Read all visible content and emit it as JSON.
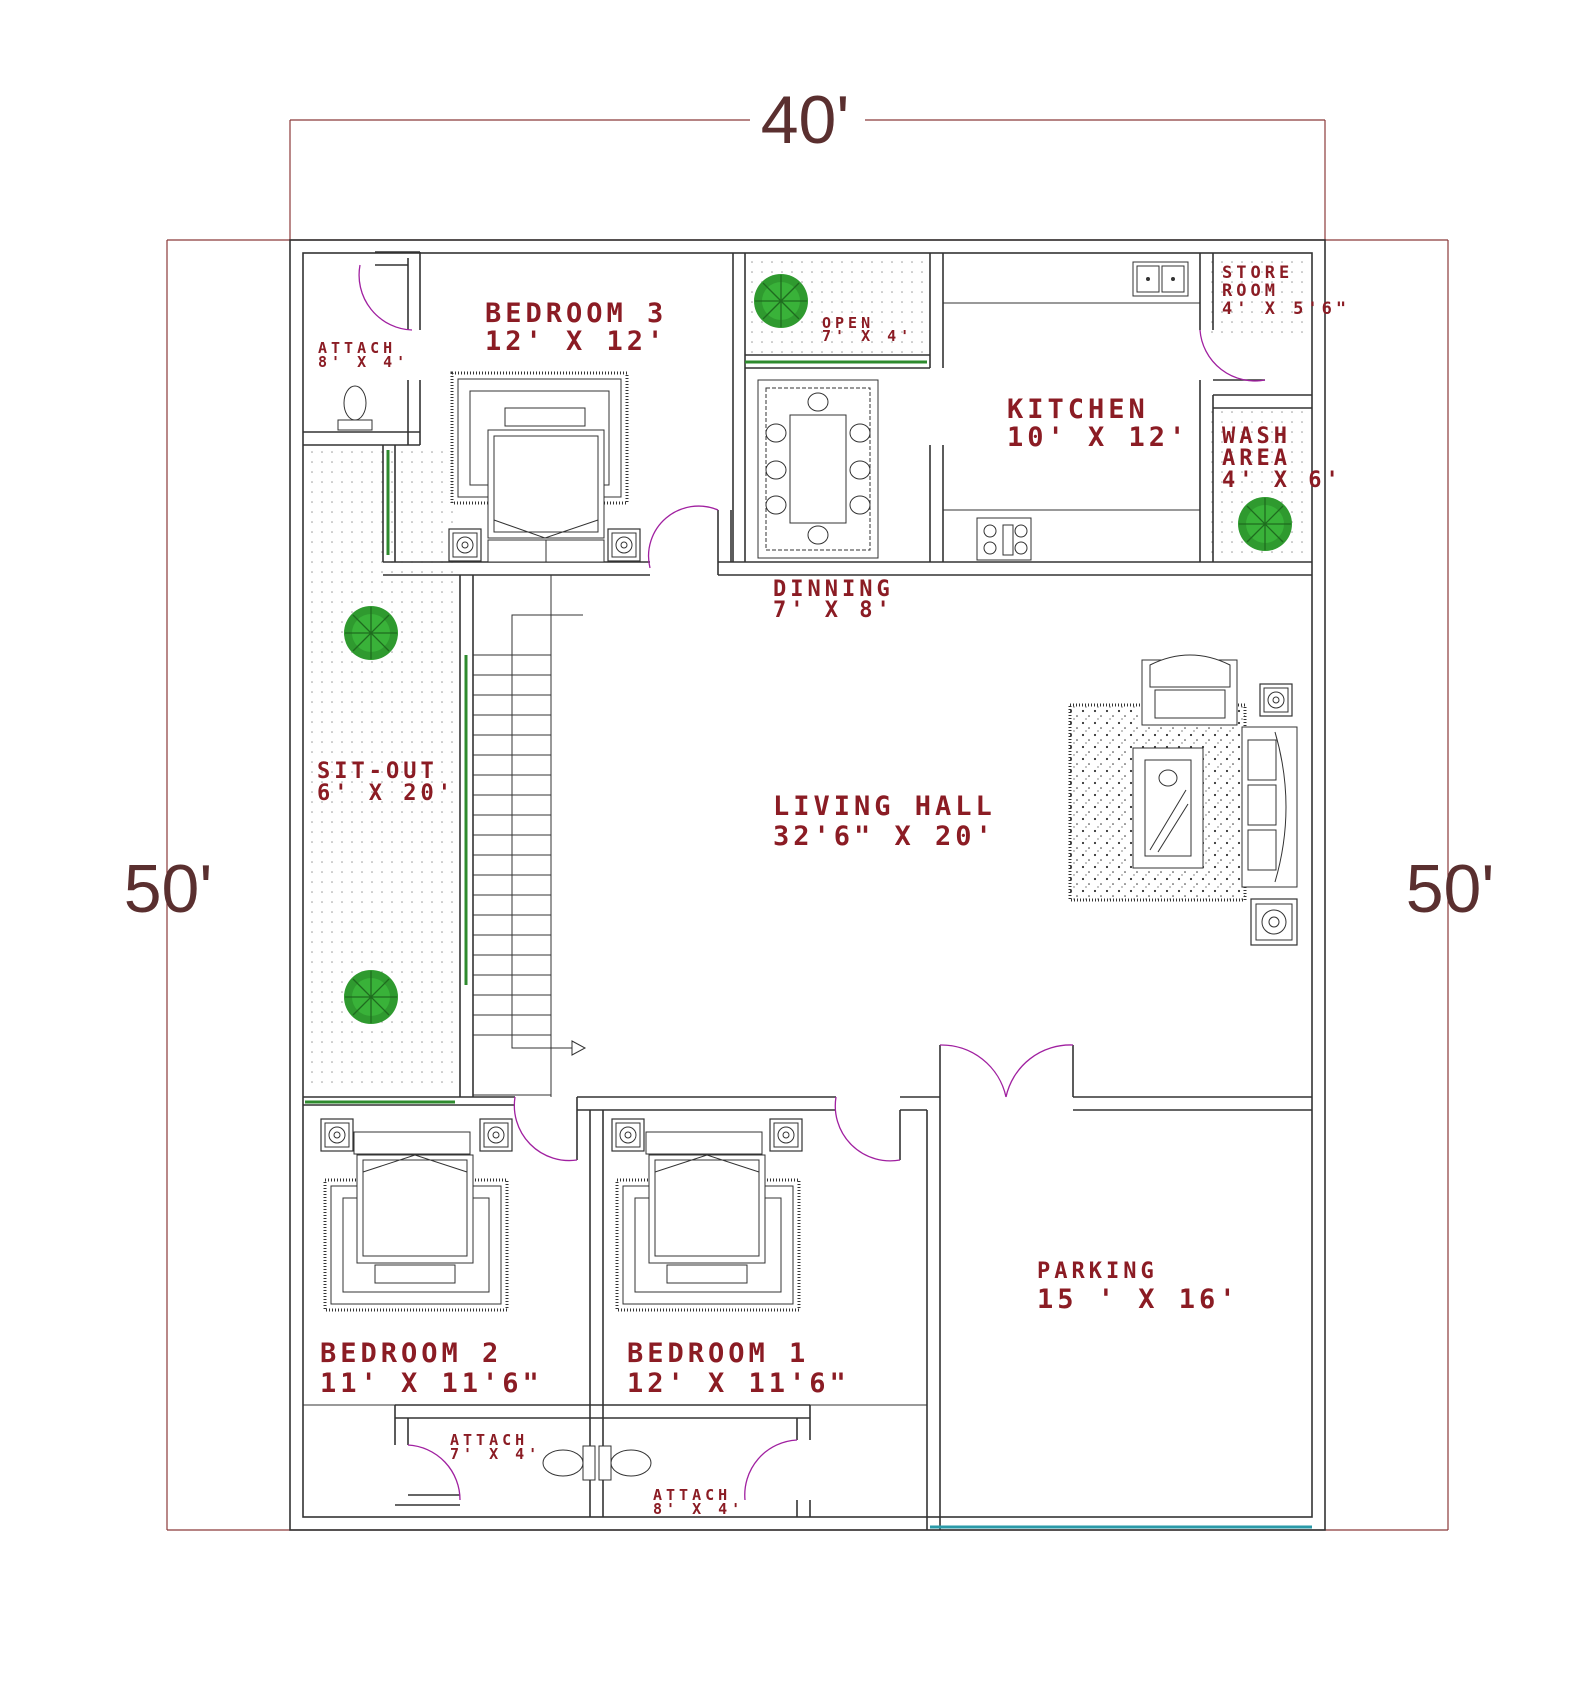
{
  "dimensions": {
    "top": "40'",
    "left": "50'",
    "right": "50'"
  },
  "rooms": {
    "bedroom3": {
      "name": "BEDROOM 3",
      "size": "12' X 12'"
    },
    "attach_top": {
      "name": "ATTACH",
      "size": "8' X 4'"
    },
    "open": {
      "name": "OPEN",
      "size": "7' X 4'"
    },
    "store": {
      "name": "STORE",
      "name2": "ROOM",
      "size": "4' X 5'6\""
    },
    "kitchen": {
      "name": "KITCHEN",
      "size": "10' X 12'"
    },
    "wash": {
      "name": "WASH",
      "name2": "AREA",
      "size": "4' X 6'"
    },
    "dinning": {
      "name": "DINNING",
      "size": "7' X 8'"
    },
    "sitout": {
      "name": "SIT-OUT",
      "size": "6' X 20'"
    },
    "living": {
      "name": "LIVING HALL",
      "size": "32'6\" X 20'"
    },
    "parking": {
      "name": "PARKING",
      "size": "15 ' X 16'"
    },
    "bedroom2": {
      "name": "BEDROOM 2",
      "size": "11' X 11'6\""
    },
    "bedroom1": {
      "name": "BEDROOM 1",
      "size": "12' X 11'6\""
    },
    "attach_b2": {
      "name": "ATTACH",
      "size": "7' X 4'"
    },
    "attach_b1": {
      "name": "ATTACH",
      "size": "8' X 4'"
    }
  },
  "colors": {
    "label": "#8b1c24",
    "dimension": "#5a2f2f",
    "door": "#a020a0",
    "plant": "#2e8b2e",
    "wall": "#333333"
  }
}
